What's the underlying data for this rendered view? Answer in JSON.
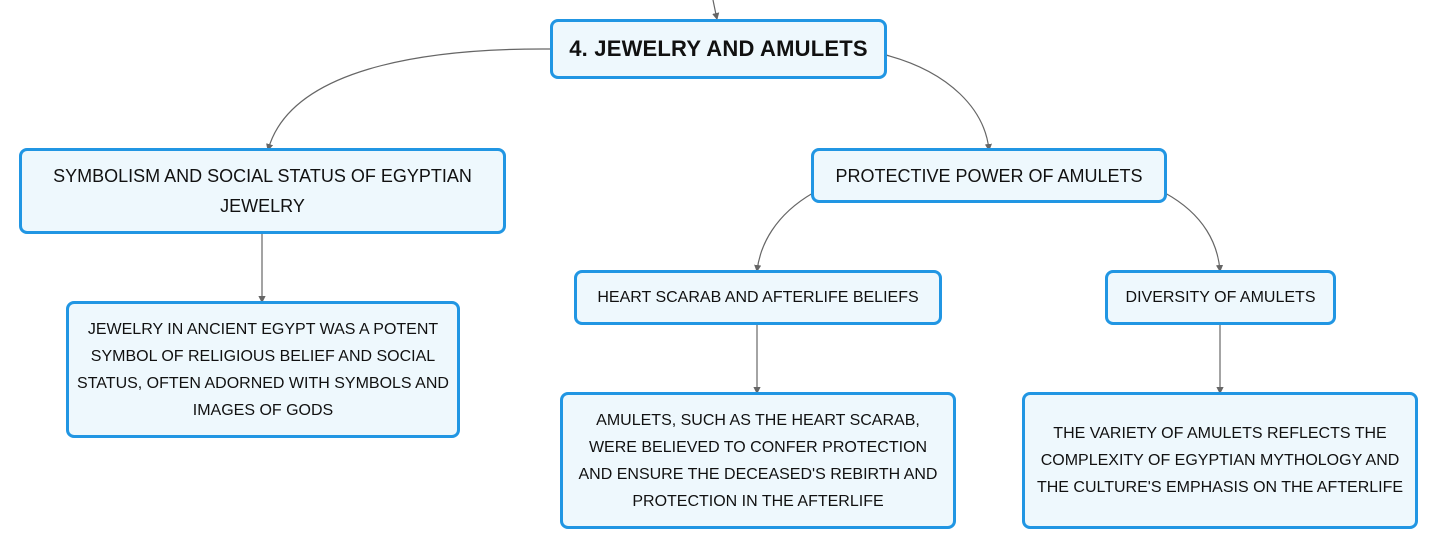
{
  "mindmap": {
    "root": {
      "label": "4. JEWELRY AND AMULETS"
    },
    "branch_symbolism": {
      "label": "SYMBOLISM AND SOCIAL STATUS OF EGYPTIAN JEWELRY",
      "detail": "JEWELRY IN ANCIENT EGYPT WAS A POTENT SYMBOL OF RELIGIOUS BELIEF AND SOCIAL STATUS, OFTEN ADORNED WITH SYMBOLS AND IMAGES OF GODS"
    },
    "branch_protective": {
      "label": "PROTECTIVE POWER OF AMULETS",
      "heart_scarab": {
        "label": "HEART SCARAB AND AFTERLIFE BELIEFS",
        "detail": "AMULETS, SUCH AS THE HEART SCARAB, WERE BELIEVED TO CONFER PROTECTION AND ENSURE THE DECEASED'S REBIRTH AND PROTECTION IN THE AFTERLIFE"
      },
      "diversity": {
        "label": "DIVERSITY OF AMULETS",
        "detail": "THE VARIETY OF AMULETS REFLECTS THE COMPLEXITY OF EGYPTIAN MYTHOLOGY AND THE CULTURE'S EMPHASIS ON THE AFTERLIFE"
      }
    }
  },
  "colors": {
    "node_border": "#2196e3",
    "node_fill": "#eef8fd",
    "connector": "#666666",
    "text": "#111111"
  }
}
